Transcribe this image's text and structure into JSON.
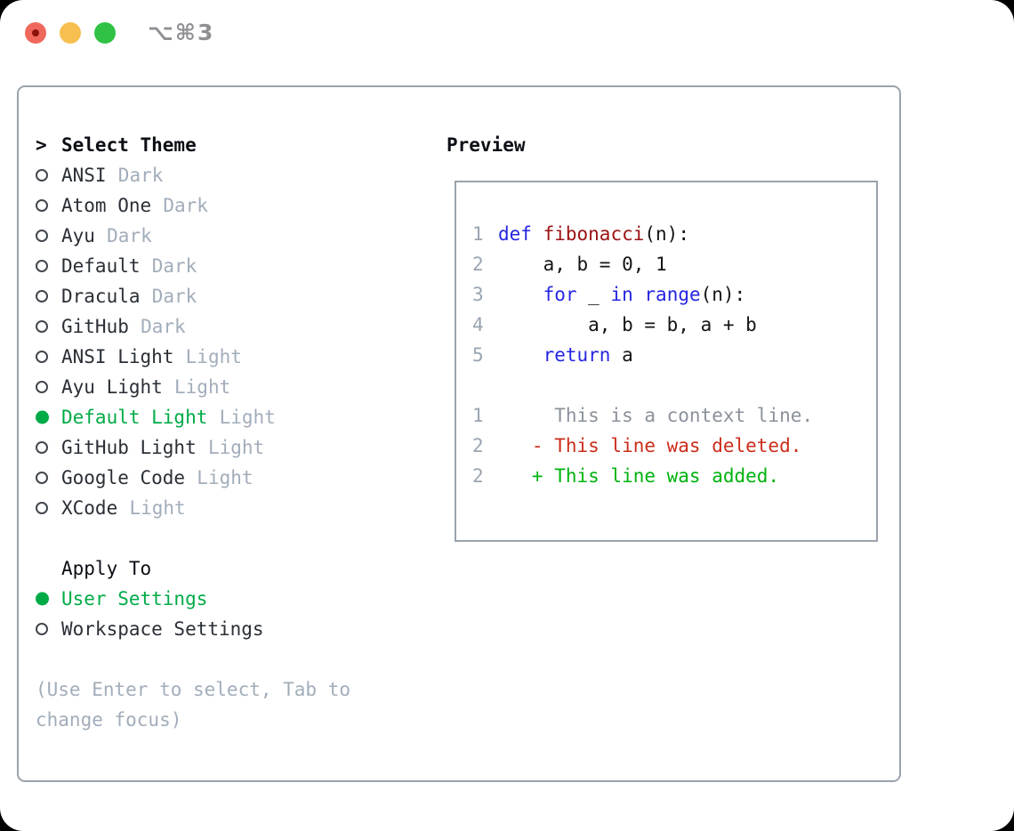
{
  "titlebar": {
    "title": "⌥⌘3"
  },
  "panel": {
    "theme_section": {
      "prompt": ">",
      "header": "Select Theme",
      "items": [
        {
          "name": "ANSI",
          "variant": "Dark",
          "selected": false
        },
        {
          "name": "Atom One",
          "variant": "Dark",
          "selected": false
        },
        {
          "name": "Ayu",
          "variant": "Dark",
          "selected": false
        },
        {
          "name": "Default",
          "variant": "Dark",
          "selected": false
        },
        {
          "name": "Dracula",
          "variant": "Dark",
          "selected": false
        },
        {
          "name": "GitHub",
          "variant": "Dark",
          "selected": false
        },
        {
          "name": "ANSI Light",
          "variant": "Light",
          "selected": false
        },
        {
          "name": "Ayu Light",
          "variant": "Light",
          "selected": false
        },
        {
          "name": "Default Light",
          "variant": "Light",
          "selected": true
        },
        {
          "name": "GitHub Light",
          "variant": "Light",
          "selected": false
        },
        {
          "name": "Google Code",
          "variant": "Light",
          "selected": false
        },
        {
          "name": "XCode",
          "variant": "Light",
          "selected": false
        }
      ]
    },
    "apply_section": {
      "header": "Apply To",
      "options": [
        {
          "label": "User Settings",
          "selected": true
        },
        {
          "label": "Workspace Settings",
          "selected": false
        }
      ]
    },
    "help_text": "(Use Enter to select, Tab to change focus)",
    "preview": {
      "title": "Preview",
      "code_lines": [
        {
          "num": "1",
          "tokens": [
            {
              "text": "def",
              "type": "keyword"
            },
            {
              "text": " ",
              "type": "plain"
            },
            {
              "text": "fibonacci",
              "type": "function"
            },
            {
              "text": "(n):",
              "type": "plain"
            }
          ]
        },
        {
          "num": "2",
          "tokens": [
            {
              "text": "    a, b = 0, 1",
              "type": "plain"
            }
          ]
        },
        {
          "num": "3",
          "tokens": [
            {
              "text": "    ",
              "type": "plain"
            },
            {
              "text": "for",
              "type": "keyword"
            },
            {
              "text": " _ ",
              "type": "plain"
            },
            {
              "text": "in",
              "type": "keyword"
            },
            {
              "text": " ",
              "type": "plain"
            },
            {
              "text": "range",
              "type": "keyword"
            },
            {
              "text": "(n):",
              "type": "plain"
            }
          ]
        },
        {
          "num": "4",
          "tokens": [
            {
              "text": "        a, b = b, a + b",
              "type": "plain"
            }
          ]
        },
        {
          "num": "5",
          "tokens": [
            {
              "text": "    ",
              "type": "plain"
            },
            {
              "text": "return",
              "type": "keyword"
            },
            {
              "text": " a",
              "type": "plain"
            }
          ]
        }
      ],
      "diff_lines": [
        {
          "num": "1",
          "text": "     This is a context line.",
          "type": "context"
        },
        {
          "num": "2",
          "text": "   - This line was deleted.",
          "type": "deleted"
        },
        {
          "num": "2",
          "text": "   + This line was added.",
          "type": "added"
        }
      ]
    }
  },
  "colors": {
    "accent_green": "#00ab47",
    "keyword_blue": "#2525e0",
    "function_red": "#9b1212",
    "diff_deleted": "#cc2d1b",
    "diff_added": "#00b30e",
    "diff_context": "#8b919b",
    "variant_tag": "#a2adba",
    "line_number": "#9aa5b1",
    "border": "#9aa3ad",
    "traffic_red": "#f0685c",
    "traffic_yellow": "#f6bf4f",
    "traffic_green": "#2fc245"
  }
}
